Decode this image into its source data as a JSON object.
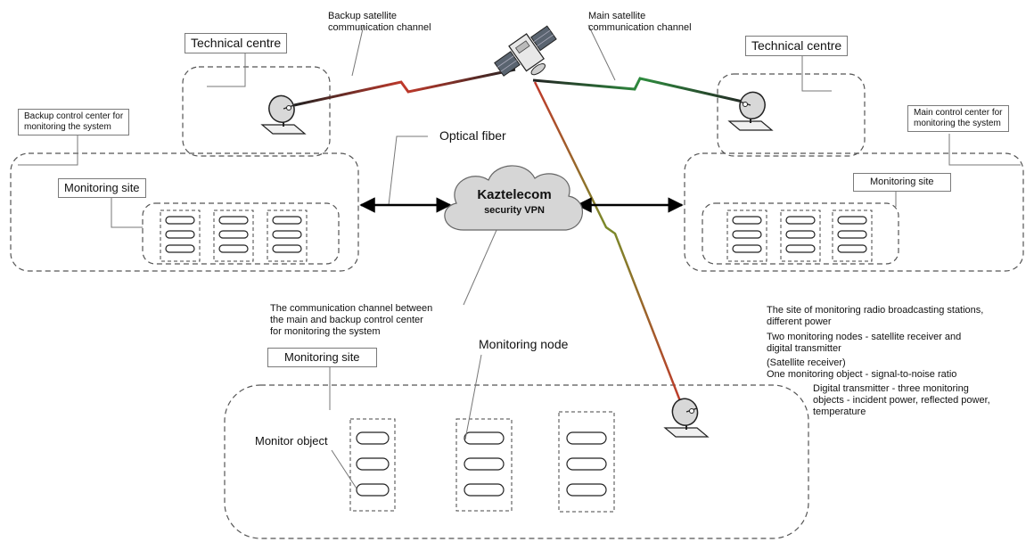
{
  "labels": {
    "backup_channel": [
      "Backup satellite",
      "communication channel"
    ],
    "main_channel": [
      "Main satellite",
      "communication channel"
    ],
    "tech_centre_left": "Technical centre",
    "tech_centre_right": "Technical centre",
    "backup_control": [
      "Backup control center for",
      "monitoring the system"
    ],
    "main_control": [
      "Main control center for",
      "monitoring the system"
    ],
    "optical_fiber": "Optical fiber",
    "monitoring_site_left": "Monitoring site",
    "monitoring_site_right": "Monitoring site",
    "monitoring_site_bottom": "Monitoring site",
    "cloud_title": "Kaztelecom",
    "cloud_subtitle": "security VPN",
    "comm_channel": [
      "The communication channel between",
      "the main and backup control center",
      "for monitoring the system"
    ],
    "monitoring_node": "Monitoring node",
    "monitor_object": "Monitor object",
    "site_desc": [
      "The site of monitoring radio broadcasting stations,",
      "different power"
    ],
    "nodes_desc": [
      "Two monitoring nodes - satellite receiver and",
      "digital transmitter"
    ],
    "sat_receiver": "(Satellite receiver)",
    "object_desc": "One monitoring object - signal-to-noise ratio",
    "transmitter_desc": [
      "Digital transmitter - three monitoring",
      "objects - incident power, reflected power,",
      "temperature"
    ]
  },
  "colors": {
    "backup_link": "#c0392b",
    "main_link": "#2e8b3e",
    "outline": "#555555",
    "cloud": "#d9d9d9"
  },
  "icons": {
    "satellite": "satellite-icon",
    "dish": "satellite-dish-icon",
    "cloud": "cloud-icon",
    "arrow": "double-arrow-icon"
  }
}
